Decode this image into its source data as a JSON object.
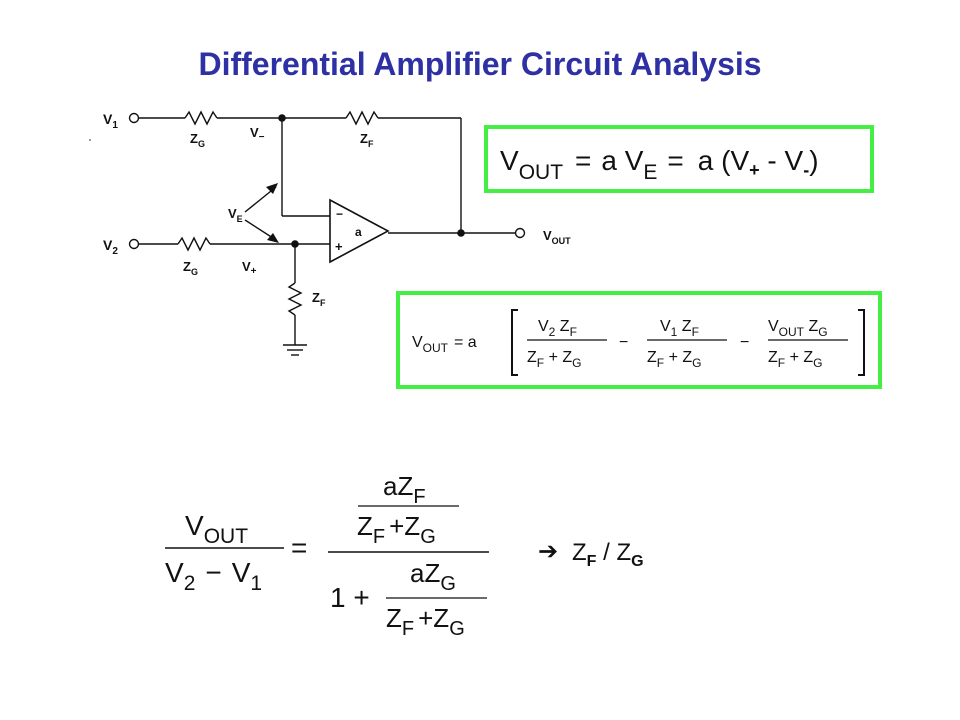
{
  "title": "Differential Amplifier Circuit Analysis",
  "colors": {
    "title": "#2e31a3",
    "box_border": "#44ee44",
    "ink": "#111111"
  },
  "circuit": {
    "v1": "V",
    "v1_sub": "1",
    "v2": "V",
    "v2_sub": "2",
    "zg_top": "Z",
    "zg_top_sub": "G",
    "zg_bot": "Z",
    "zg_bot_sub": "G",
    "zf_top": "Z",
    "zf_top_sub": "F",
    "zf_bot": "Z",
    "zf_bot_sub": "F",
    "vminus": "V",
    "vminus_sub": "−",
    "vplus": "V",
    "vplus_sub": "+",
    "ve": "V",
    "ve_sub": "E",
    "vout": "V",
    "vout_sub": "OUT",
    "opamp_gain": "a",
    "opamp_minus": "−",
    "opamp_plus": "+"
  },
  "equation1": {
    "lhs": "V",
    "lhs_sub": "OUT",
    "eq1": "=",
    "a_ve": "a V",
    "ve_sub": "E",
    "eq2": "=",
    "expr_start": "a (V",
    "plus_sub": "+",
    "minus_mid": " - V",
    "minus_sub": "-",
    "close": ")"
  },
  "equation2": {
    "lhs": "V",
    "lhs_sub": "OUT",
    "eq_a": "=  a",
    "t1_num": "V",
    "t1_num_sub": "2",
    "t1_num_z": " Z",
    "t1_num_z_sub": "F",
    "t1_den": "Z",
    "t1_den_sub1": "F",
    "t1_den_plus": " + Z",
    "t1_den_sub2": "G",
    "op1": "−",
    "t2_num": "V",
    "t2_num_sub": "1",
    "t2_num_z": " Z",
    "t2_num_z_sub": "F",
    "t2_den": "Z",
    "t2_den_sub1": "F",
    "t2_den_plus": " + Z",
    "t2_den_sub2": "G",
    "op2": "−",
    "t3_num": "V",
    "t3_num_sub": "OUT",
    "t3_num_z": " Z",
    "t3_num_z_sub": "G",
    "t3_den": "Z",
    "t3_den_sub1": "F",
    "t3_den_plus": " + Z",
    "t3_den_sub2": "G"
  },
  "equation3": {
    "lhs_num": "V",
    "lhs_num_sub": "OUT",
    "lhs_den_v2": "V",
    "lhs_den_v2_sub": "2",
    "lhs_den_minus": "−",
    "lhs_den_v1": "V",
    "lhs_den_v1_sub": "1",
    "eq": "=",
    "rn_num": "aZ",
    "rn_num_sub": "F",
    "rn_den": "Z",
    "rn_den_sub1": "F",
    "rn_den_plus": "+Z",
    "rn_den_sub2": "G",
    "one_plus": "1  +",
    "rd_num": "aZ",
    "rd_num_sub": "G",
    "rd_den": "Z",
    "rd_den_sub1": "F",
    "rd_den_plus": "+Z",
    "rd_den_sub2": "G",
    "arrow": "➔",
    "result_z1": "Z",
    "result_sub1": "F",
    "result_slash": " / Z",
    "result_sub2": "G"
  }
}
